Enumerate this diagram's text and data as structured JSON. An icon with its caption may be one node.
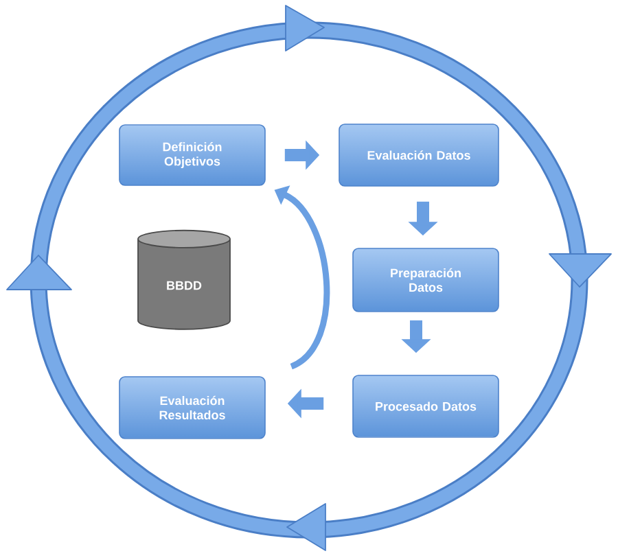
{
  "diagram": {
    "nodes": [
      {
        "text": [
          "Definición Objetivos"
        ]
      },
      {
        "text": [
          "Evaluación Datos"
        ]
      },
      {
        "text": [
          "Preparación Datos"
        ]
      },
      {
        "text": [
          "Procesado Datos"
        ]
      },
      {
        "text": [
          "Evaluación Resultados"
        ]
      },
      {
        "text": [
          "BBDD"
        ]
      }
    ],
    "edges": [
      {
        "from": 0,
        "to": 1,
        "arrow": "to"
      },
      {
        "from": 1,
        "to": 2,
        "arrow": "to"
      },
      {
        "from": 2,
        "to": 3,
        "arrow": "to"
      },
      {
        "from": 3,
        "to": 4,
        "arrow": "to"
      },
      {
        "from": 4,
        "to": 0,
        "arrow": "to"
      }
    ]
  }
}
